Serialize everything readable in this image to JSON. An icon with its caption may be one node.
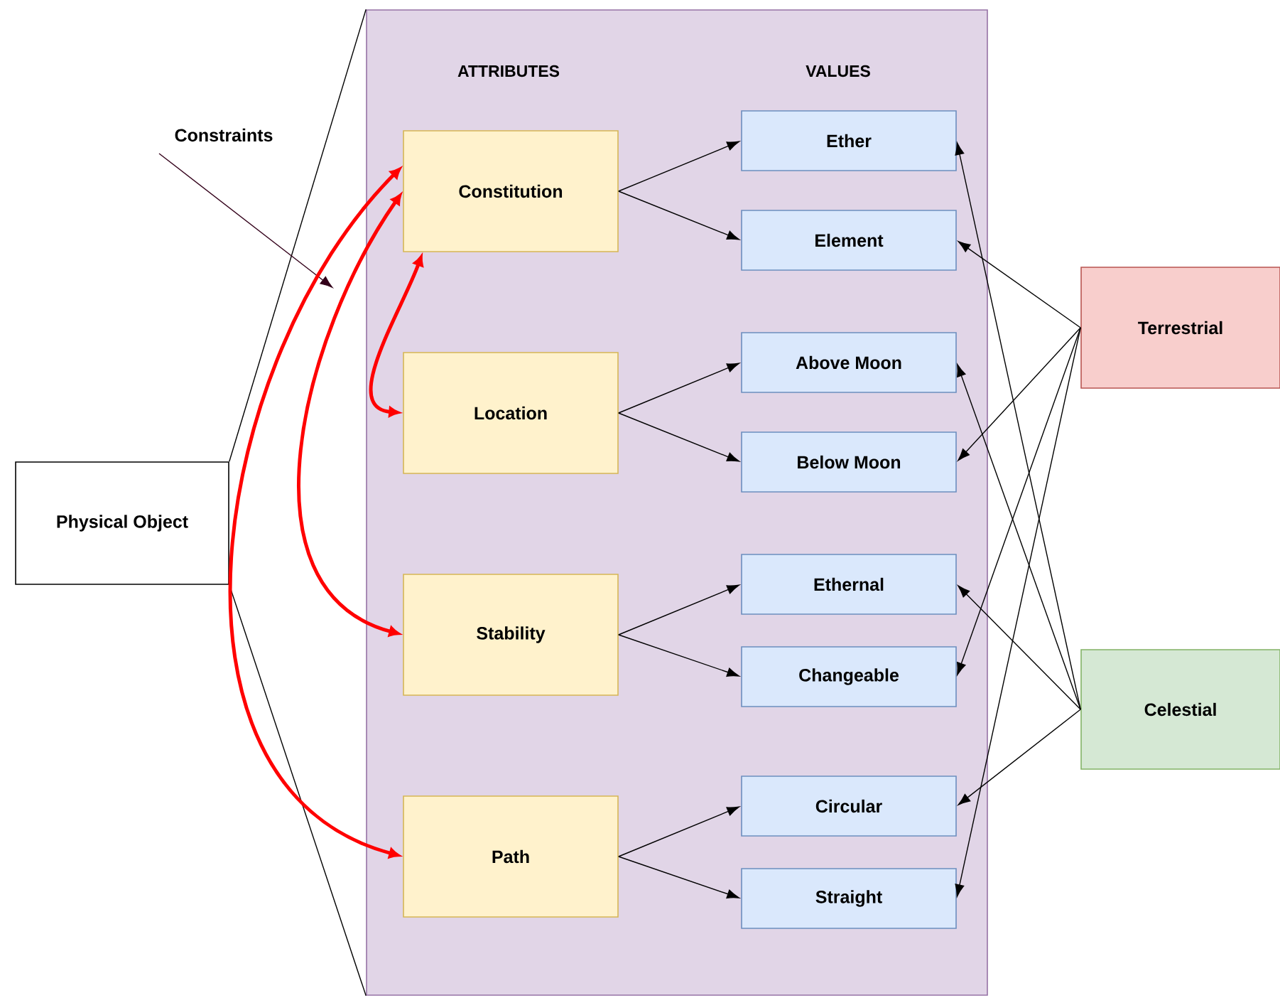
{
  "diagram": {
    "nodes": [
      {
        "text": [
          "Physical Object"
        ]
      },
      {
        "text": [
          "ATTRIBUTES",
          "VALUES"
        ]
      },
      {
        "text": [
          "Constitution"
        ],
        "in": 1
      },
      {
        "text": [
          "Location"
        ],
        "in": 1
      },
      {
        "text": [
          "Stability"
        ],
        "in": 1
      },
      {
        "text": [
          "Path"
        ],
        "in": 1
      },
      {
        "text": [
          "Ether"
        ],
        "in": 1
      },
      {
        "text": [
          "Element"
        ],
        "in": 1
      },
      {
        "text": [
          "Above Moon"
        ],
        "in": 1
      },
      {
        "text": [
          "Below Moon"
        ],
        "in": 1
      },
      {
        "text": [
          "Ethernal"
        ],
        "in": 1
      },
      {
        "text": [
          "Changeable"
        ],
        "in": 1
      },
      {
        "text": [
          "Circular"
        ],
        "in": 1
      },
      {
        "text": [
          "Straight"
        ],
        "in": 1
      },
      {
        "text": [
          "Terrestrial"
        ]
      },
      {
        "text": [
          "Celestial"
        ]
      },
      {
        "text": [
          "Constraints"
        ]
      }
    ],
    "edges": [
      {
        "from": 0,
        "to": 1,
        "arrow": "none"
      },
      {
        "from": 0,
        "to": 1,
        "arrow": "none"
      },
      {
        "from": 16,
        "to": null,
        "arrow": "to",
        "color": "#33001a"
      },
      {
        "from": 2,
        "to": 3,
        "arrow": "both",
        "style": "thick",
        "color": "#ff0000"
      },
      {
        "from": 2,
        "to": 4,
        "arrow": "both",
        "style": "thick",
        "color": "#ff0000"
      },
      {
        "from": 2,
        "to": 5,
        "arrow": "both",
        "style": "thick",
        "color": "#ff0000"
      },
      {
        "from": 2,
        "to": 6,
        "arrow": "to"
      },
      {
        "from": 2,
        "to": 7,
        "arrow": "to"
      },
      {
        "from": 3,
        "to": 8,
        "arrow": "to"
      },
      {
        "from": 3,
        "to": 9,
        "arrow": "to"
      },
      {
        "from": 4,
        "to": 10,
        "arrow": "to"
      },
      {
        "from": 4,
        "to": 11,
        "arrow": "to"
      },
      {
        "from": 5,
        "to": 12,
        "arrow": "to"
      },
      {
        "from": 5,
        "to": 13,
        "arrow": "to"
      },
      {
        "from": 14,
        "to": 7,
        "arrow": "to"
      },
      {
        "from": 14,
        "to": 9,
        "arrow": "to"
      },
      {
        "from": 14,
        "to": 11,
        "arrow": "to"
      },
      {
        "from": 14,
        "to": 13,
        "arrow": "to"
      },
      {
        "from": 15,
        "to": 6,
        "arrow": "to"
      },
      {
        "from": 15,
        "to": 8,
        "arrow": "to"
      },
      {
        "from": 15,
        "to": 10,
        "arrow": "to"
      },
      {
        "from": 15,
        "to": 12,
        "arrow": "to"
      }
    ]
  }
}
